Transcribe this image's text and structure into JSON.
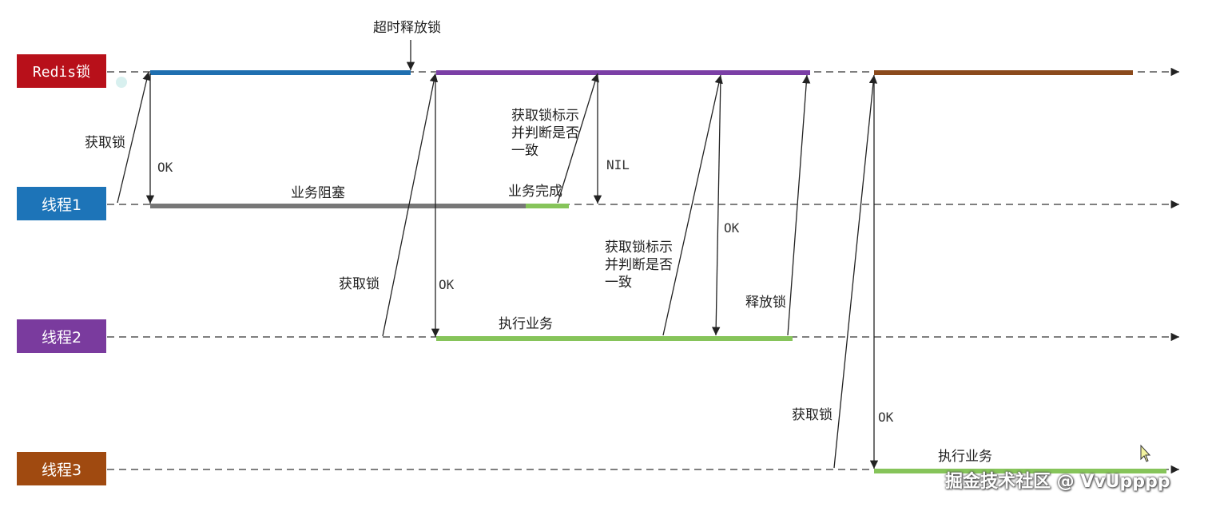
{
  "lanes": {
    "redis": "Redis锁",
    "thread1": "线程1",
    "thread2": "线程2",
    "thread3": "线程3"
  },
  "colors": {
    "redis": "#b8101a",
    "thread1": "#1d74b8",
    "thread2": "#7a3b9e",
    "thread3": "#a04a10",
    "hold_t1": "#1f6fb0",
    "hold_t2": "#7b3fa6",
    "hold_t3": "#8b4a1c",
    "blocked": "#777777",
    "work": "#86c45a",
    "line": "#222222"
  },
  "labels": {
    "timeout_release": "超时释放锁",
    "t1_acquire": "获取锁",
    "t1_ok": "OK",
    "t1_blocked": "业务阻塞",
    "t1_done": "业务完成",
    "t1_check": "获取锁标示并判断是否一致",
    "t1_nil": "NIL",
    "t2_acquire": "获取锁",
    "t2_ok": "OK",
    "t2_exec": "执行业务",
    "t2_check": "获取锁标示并判断是否一致",
    "t2_check_ok": "OK",
    "t2_release": "释放锁",
    "t3_acquire": "获取锁",
    "t3_ok": "OK",
    "t3_exec": "执行业务"
  },
  "watermark": "掘金技术社区 @ VvUpppp"
}
